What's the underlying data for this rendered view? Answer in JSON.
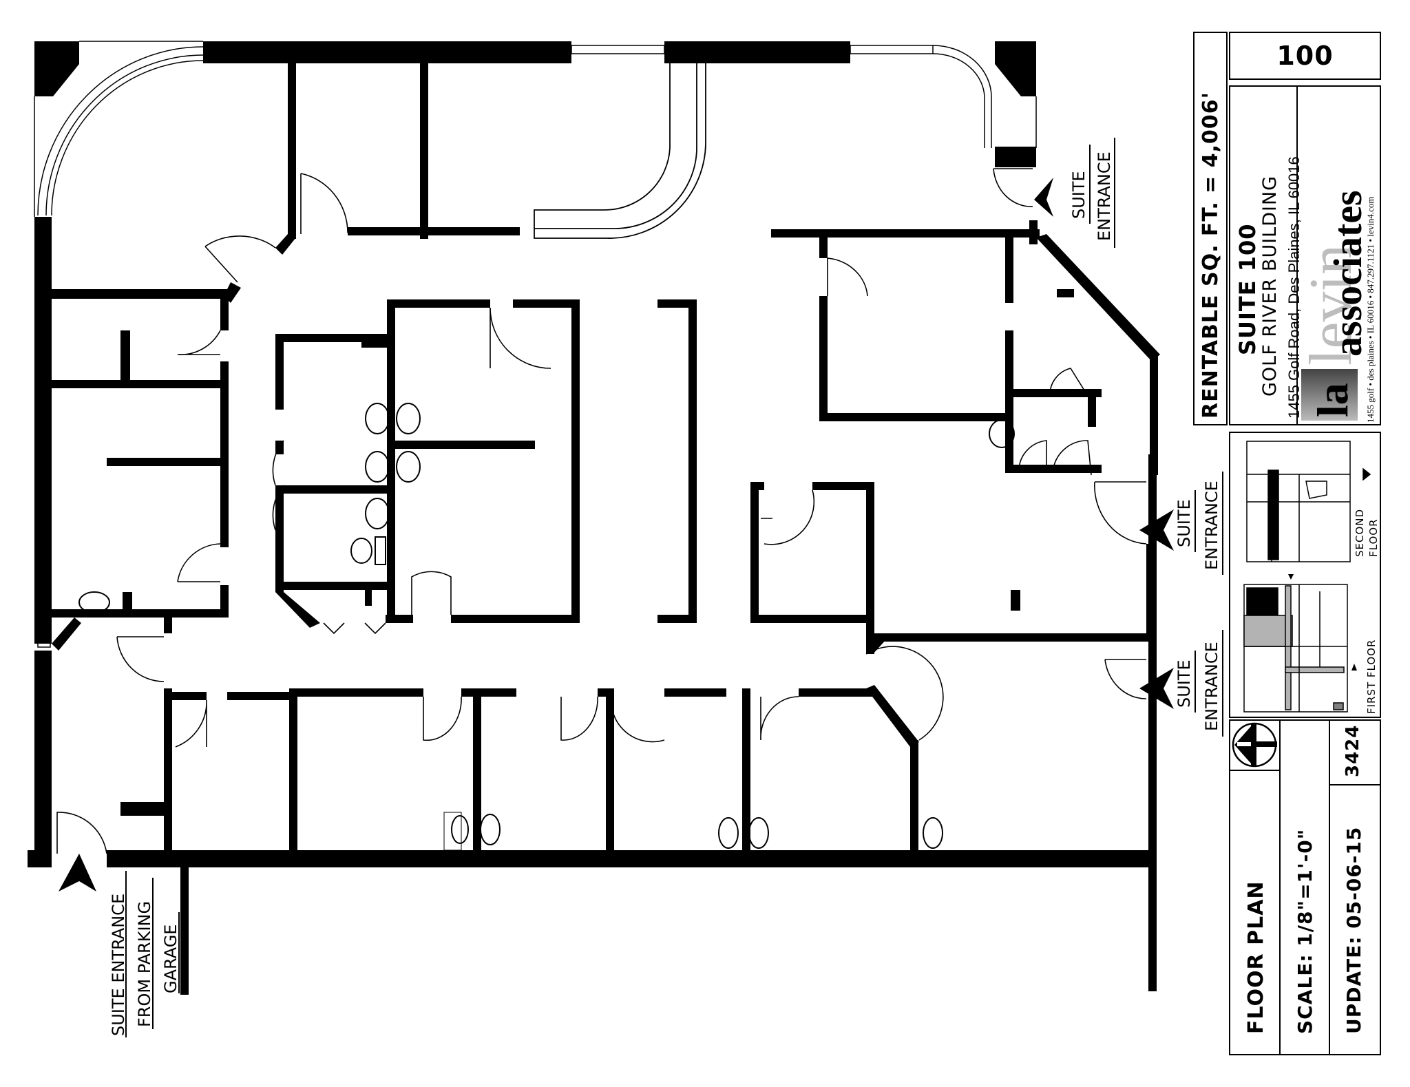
{
  "drawing": {
    "type": "Floor Plan",
    "suite_number_box": "100",
    "rentable_area": "RENTABLE SQ. FT. = 4,006'",
    "suite_title": "SUITE 100",
    "building_name": "GOLF RIVER BUILDING",
    "address": "1455 Golf Road, Des Plaines, IL 60016",
    "sheet_title": "FLOOR PLAN",
    "scale": "SCALE: 1/8\"=1'-0\"",
    "update": "UPDATE: 05-06-15",
    "drawing_number": "3424"
  },
  "logo": {
    "mark": "la",
    "word_gray": "levin",
    "word_black": "associates",
    "tagline": "1455 golf • des plaines • IL 60016 • 847.297.1121 • levin4.com",
    "gray_color": "#bdbdbd"
  },
  "key_plan": {
    "first_floor_label": "FIRST FLOOR",
    "second_floor_label": "SECOND FLOOR",
    "highlight_color": "#000000",
    "common_area_color": "#b3b3b3"
  },
  "entrances": [
    {
      "id": "top-right",
      "line1": "SUITE",
      "line2": "ENTRANCE"
    },
    {
      "id": "right-upper",
      "line1": "SUITE",
      "line2": "ENTRANCE"
    },
    {
      "id": "right-lower",
      "line1": "SUITE",
      "line2": "ENTRANCE"
    },
    {
      "id": "parking",
      "line1": "SUITE ENTRANCE",
      "line2": "FROM PARKING",
      "line3": "GARAGE"
    }
  ],
  "colors": {
    "wall": "#000000",
    "background": "#ffffff",
    "line": "#000000"
  }
}
